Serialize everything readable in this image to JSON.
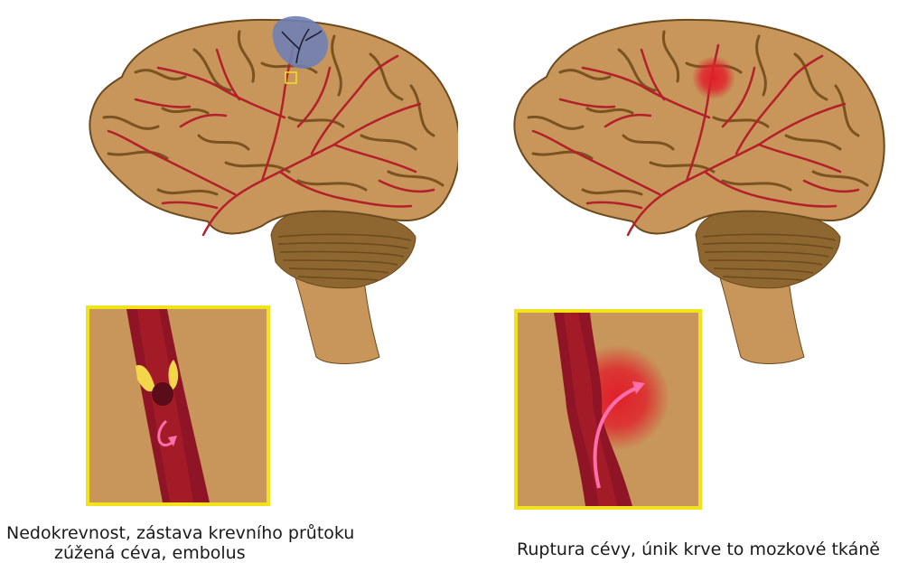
{
  "captions": {
    "ischemic_line1": "Nedokrevnost, zástava krevního průtoku",
    "ischemic_line2": "zúžená céva, embolus",
    "hemorrhagic": "Ruptura cévy, únik krve to mozkové tkáně"
  },
  "colors": {
    "brain": "#c8955a",
    "brain_outline": "#6b4a1e",
    "sulci": "#7a5320",
    "vessels": "#b3202a",
    "cerebellum": "#8d6630",
    "brainstem": "#c8955a",
    "ischemia_area": "#6f7fb2",
    "hemorrhage": "#e0202a",
    "inset_border": "#f2e21c",
    "inset_bg": "#c8955a",
    "vessel_dark": "#7a1020",
    "plaque": "#f3d64a",
    "flow_arrow": "#ff6fae"
  },
  "icons": {
    "ischemic_brain": "brain-with-blocked-artery",
    "hemorrhagic_brain": "brain-with-bleed",
    "ischemic_inset": "narrowed-vessel-with-embolus",
    "hemorrhagic_inset": "ruptured-vessel"
  }
}
